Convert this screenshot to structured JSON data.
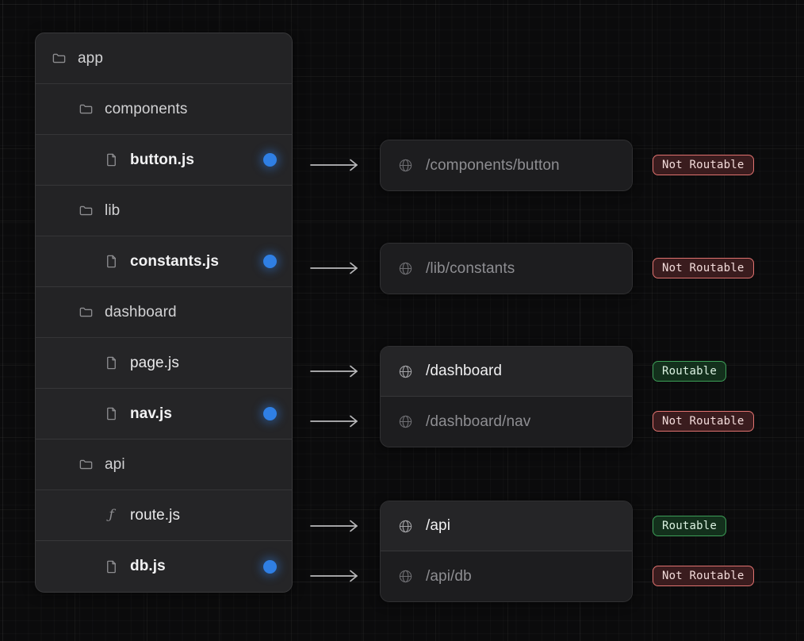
{
  "tree": {
    "rows": [
      {
        "label": "app",
        "type": "folder",
        "depth": 0,
        "bold": false,
        "dot": false,
        "icon": "folder-icon"
      },
      {
        "label": "components",
        "type": "folder",
        "depth": 1,
        "bold": false,
        "dot": false,
        "icon": "folder-icon"
      },
      {
        "label": "button.js",
        "type": "file",
        "depth": 2,
        "bold": true,
        "dot": true,
        "icon": "file-icon"
      },
      {
        "label": "lib",
        "type": "folder",
        "depth": 1,
        "bold": false,
        "dot": false,
        "icon": "folder-icon"
      },
      {
        "label": "constants.js",
        "type": "file",
        "depth": 2,
        "bold": true,
        "dot": true,
        "icon": "file-icon"
      },
      {
        "label": "dashboard",
        "type": "folder",
        "depth": 1,
        "bold": false,
        "dot": false,
        "icon": "folder-icon"
      },
      {
        "label": "page.js",
        "type": "file",
        "depth": 2,
        "bold": false,
        "dot": false,
        "icon": "file-icon"
      },
      {
        "label": "nav.js",
        "type": "file",
        "depth": 2,
        "bold": true,
        "dot": true,
        "icon": "file-icon"
      },
      {
        "label": "api",
        "type": "folder",
        "depth": 1,
        "bold": false,
        "dot": false,
        "icon": "folder-icon"
      },
      {
        "label": "route.js",
        "type": "function",
        "depth": 2,
        "bold": false,
        "dot": false,
        "icon": "function-icon"
      },
      {
        "label": "db.js",
        "type": "file",
        "depth": 2,
        "bold": true,
        "dot": true,
        "icon": "file-icon"
      }
    ]
  },
  "routes": [
    {
      "path": "/components/button",
      "routable": false,
      "badge": "Not Routable",
      "icon": "globe-icon"
    },
    {
      "path": "/lib/constants",
      "routable": false,
      "badge": "Not Routable",
      "icon": "globe-icon"
    },
    {
      "path": "/dashboard",
      "routable": true,
      "badge": "Routable",
      "icon": "globe-icon"
    },
    {
      "path": "/dashboard/nav",
      "routable": false,
      "badge": "Not Routable",
      "icon": "globe-icon"
    },
    {
      "path": "/api",
      "routable": true,
      "badge": "Routable",
      "icon": "globe-icon"
    },
    {
      "path": "/api/db",
      "routable": false,
      "badge": "Not Routable",
      "icon": "globe-icon"
    }
  ],
  "arrows": {
    "count": 6,
    "icon": "arrow-right-icon"
  },
  "colors": {
    "accent_dot": "#2f7fe4",
    "routable_border": "#3d9f58",
    "routable_bg": "#13301c",
    "not_routable_border": "#e0726f",
    "not_routable_bg": "#3a1c1e",
    "canvas": "#0b0b0c"
  }
}
